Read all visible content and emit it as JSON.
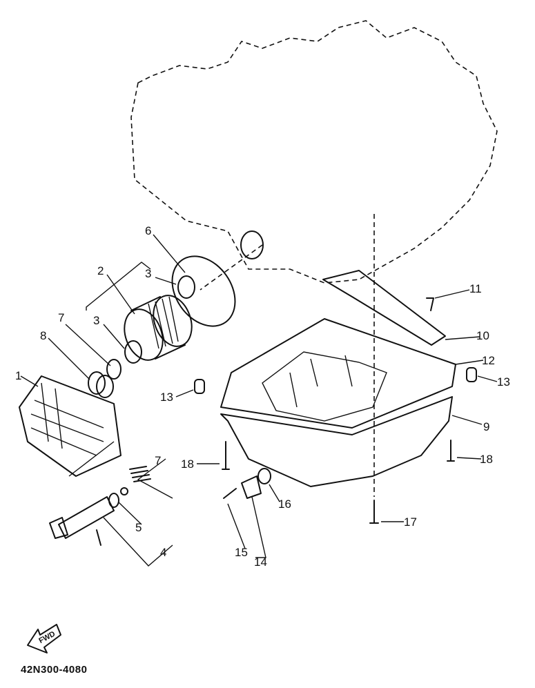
{
  "diagram": {
    "callouts": [
      "1",
      "2",
      "3",
      "3",
      "4",
      "5",
      "6",
      "7",
      "7",
      "8",
      "9",
      "10",
      "11",
      "12",
      "13",
      "13",
      "14",
      "15",
      "16",
      "17",
      "18",
      "18"
    ],
    "fwd_label": "FWD",
    "part_code": "42N300-4080"
  }
}
